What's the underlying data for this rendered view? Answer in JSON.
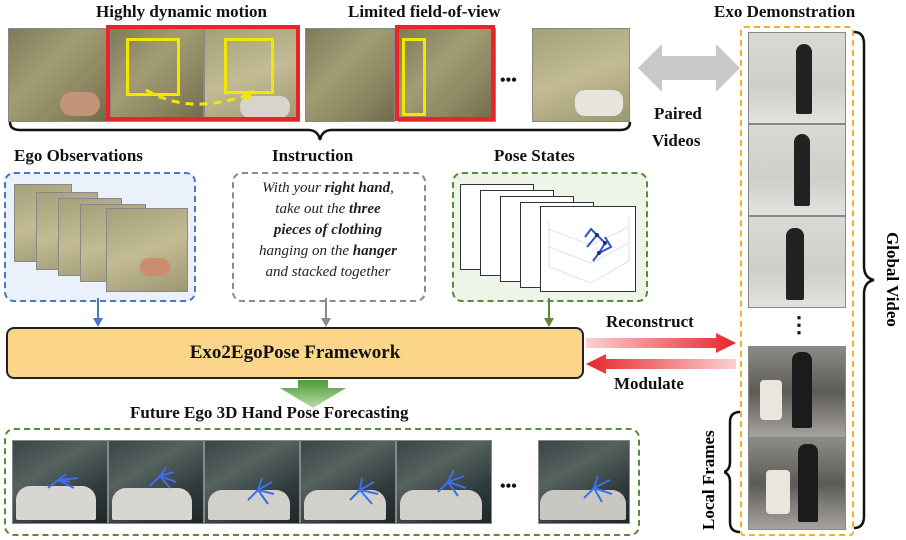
{
  "labels": {
    "dynamic_motion": "Highly dynamic motion",
    "limited_fov": "Limited field-of-view",
    "exo_demo": "Exo Demonstration",
    "ellipsis_top": "•••",
    "paired_videos_1": "Paired",
    "paired_videos_2": "Videos",
    "ego_observations": "Ego Observations",
    "instruction": "Instruction",
    "pose_states": "Pose States",
    "framework": "Exo2EgoPose Framework",
    "reconstruct": "Reconstruct",
    "modulate": "Modulate",
    "forecasting": "Future Ego 3D Hand Pose Forecasting",
    "ellipsis_bottom": "•••",
    "ellipsis_exo": "⋮",
    "global_video": "Global Video",
    "local_frames": "Local Frames"
  },
  "instruction_text": {
    "l1a": "With your ",
    "l1b": "right hand",
    "l1c": ",",
    "l2a": "take out the ",
    "l2b": "three",
    "l3": "pieces of clothing",
    "l4a": "hanging on the ",
    "l4b": "hanger",
    "l5": "and stacked together"
  },
  "colors": {
    "red_highlight": "#e8262a",
    "yellow_box": "#f4e600",
    "blue_dash": "#4a76c4",
    "gray_dash": "#8a8a8a",
    "green_dash": "#5a8a3a",
    "orange_dash": "#f0b030",
    "framework_fill": "#fbd68a",
    "arrow_red": "#e8262a",
    "arrow_green": "#5aa040"
  }
}
